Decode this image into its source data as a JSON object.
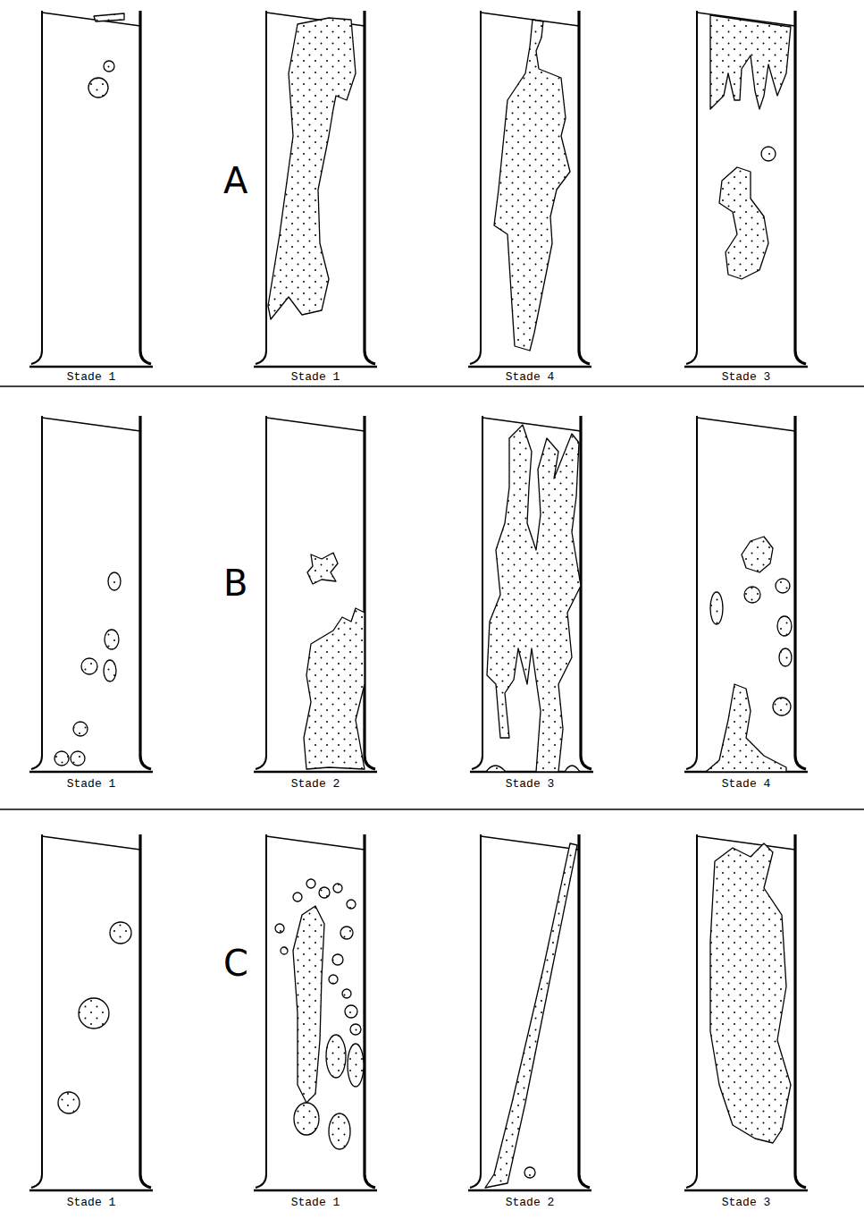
{
  "diagram": {
    "labels": [
      "A",
      "Stade 1",
      "Stade 1",
      "Stade 4",
      "Stade 3",
      "B",
      "Stade 1",
      "Stade 2",
      "Stade 3",
      "Stade 4",
      "C",
      "Stade 1",
      "Stade 1",
      "Stade 2",
      "Stade 3"
    ]
  }
}
